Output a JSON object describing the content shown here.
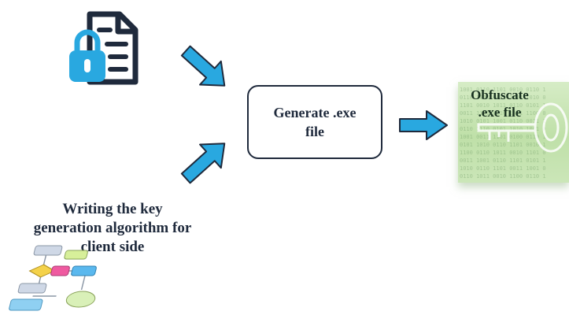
{
  "diagram": {
    "process_box": {
      "label_line1": "Generate .exe",
      "label_line2": "file"
    },
    "output_node": {
      "label_line1": "Obfuscate",
      "label_line2": ".exe file"
    },
    "input_node": {
      "label_line1": "Writing the key",
      "label_line2": "generation algorithm for",
      "label_line3": "client side"
    },
    "icons": {
      "top_input": "locked-document-icon",
      "bottom_input": "flowchart-icon",
      "output_background": "key-icon"
    },
    "colors": {
      "arrow_fill": "#29a8e0",
      "arrow_stroke": "#1f2a3c",
      "box_stroke": "#1f2a3c",
      "lock_blue": "#29a8e0",
      "document_dark": "#1f2a3c",
      "key_panel_green": "#c6e3b0"
    }
  }
}
